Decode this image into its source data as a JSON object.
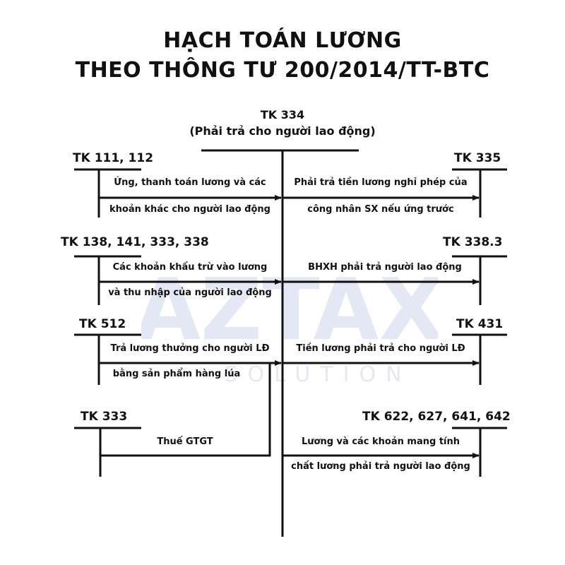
{
  "title": {
    "line1": "HẠCH TOÁN LƯƠNG",
    "line2": "THEO THÔNG TƯ 200/2014/TT-BTC"
  },
  "center_account": {
    "code": "TK 334",
    "description": "(Phải trả cho người lao động)"
  },
  "left_accounts": [
    {
      "code": "TK 111, 112",
      "note_line1": "Ứng, thanh toán lương và các",
      "note_line2": "khoản khác cho người lao động"
    },
    {
      "code": "TK 138, 141, 333, 338",
      "note_line1": "Các khoản khấu trừ vào lương",
      "note_line2": "và thu nhập của người lao động"
    },
    {
      "code": "TK 512",
      "note_line1": "Trả lương thưởng cho người LĐ",
      "note_line2": "bằng sản phẩm hàng lúa"
    },
    {
      "code": "TK 333",
      "note_line1": "Thuế GTGT"
    }
  ],
  "right_accounts": [
    {
      "code": "TK 335",
      "note_line1": "Phải trả tiền lương nghỉ phép của",
      "note_line2": "công nhân SX nếu ứng trước"
    },
    {
      "code": "TK 338.3",
      "note_line1": "BHXH phải trả người lao động"
    },
    {
      "code": "TK 431",
      "note_line1": "Tiền lương phải trả cho người LĐ"
    },
    {
      "code": "TK 622, 627, 641, 642",
      "note_line1": "Lương và các khoản mang tính",
      "note_line2": "chất lương phải trả người lao động"
    }
  ],
  "watermark": {
    "brand": "AZTAX",
    "tagline": "SOLUTION",
    "color": "#2b4aa8"
  },
  "colors": {
    "line": "#111111",
    "text": "#111111"
  }
}
